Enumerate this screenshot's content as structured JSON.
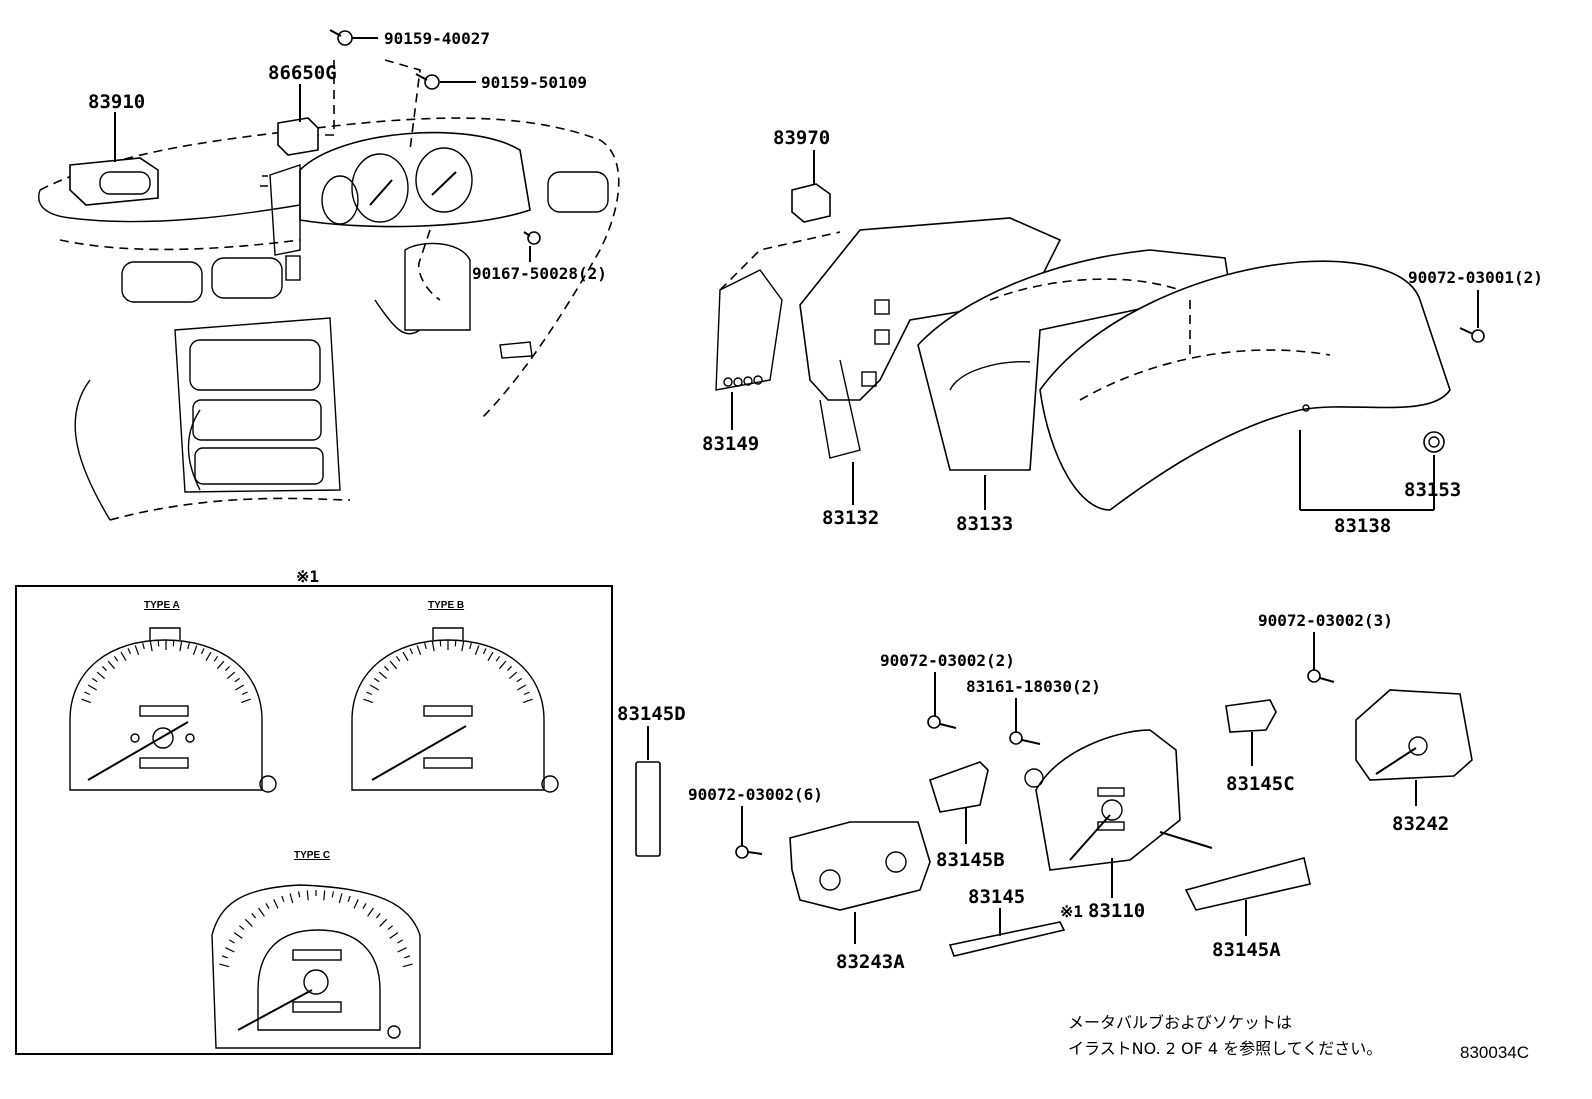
{
  "callouts": {
    "c90159_40027": "90159-40027",
    "c90159_50109": "90159-50109",
    "c86650G": "86650G",
    "c83910": "83910",
    "c90167_50028": "90167-50028(2)",
    "c83970": "83970",
    "c90072_03001": "90072-03001(2)",
    "c83149": "83149",
    "c83132": "83132",
    "c83133": "83133",
    "c83138": "83138",
    "c83153": "83153",
    "c83145D": "83145D",
    "c90072_03002_2": "90072-03002(2)",
    "c83161_18030": "83161-18030(2)",
    "c90072_03002_3": "90072-03002(3)",
    "c90072_03002_6": "90072-03002(6)",
    "c83145C": "83145C",
    "c83242": "83242",
    "c83145B": "83145B",
    "c83145": "83145",
    "c83110": "83110",
    "c83243A": "83243A",
    "c83145A": "83145A",
    "star1_panel": "※1",
    "star1_part": "※1"
  },
  "types": {
    "a": "TYPE A",
    "b": "TYPE B",
    "c": "TYPE C"
  },
  "note": {
    "line1": "メータバルブおよびソケットは",
    "line2": "イラストNO. 2  OF  4  を参照してください。"
  },
  "illustration_code": "830034C"
}
